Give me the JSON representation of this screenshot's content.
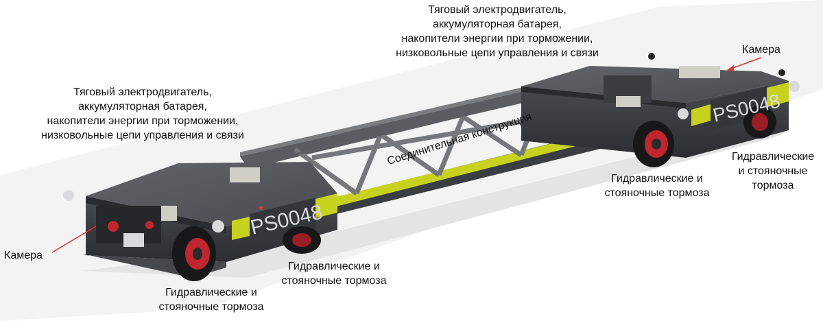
{
  "labels": {
    "top_right": [
      "Тяговый электродвигатель,",
      "аккумуляторная батарея,",
      "накопители энергии при торможении,",
      "низковольные цепи управления и связи"
    ],
    "top_left": [
      "Тяговый электродвигатель,",
      "аккумуляторная батарея,",
      "накопители энергии при торможении,",
      "низковольные цепи управления и связи"
    ],
    "camera_right": "Камера",
    "camera_left": "Камера",
    "brakes_rear_left": [
      "Гидравлические и",
      "стояночные тормоза"
    ],
    "brakes_rear_right": [
      "Гидравлические и",
      "стояночные тормоза"
    ],
    "brakes_front_left": [
      "Гидравлические и",
      "стояночные тормоза"
    ],
    "brakes_front_right": [
      "Гидравлические",
      "и стояночные",
      "тормоза"
    ],
    "connecting": "Соединительная конструкция"
  },
  "vehicle": {
    "plate_front": "PS0048",
    "plate_rear": "PS0048"
  },
  "colors": {
    "body": "#3d3f44",
    "body_dark": "#2a2b2f",
    "top": "#55575c",
    "stripe": "#c6d21e",
    "pointer": "#e0342b",
    "wheel_rim": "#c0262d",
    "tire": "#18181a"
  }
}
